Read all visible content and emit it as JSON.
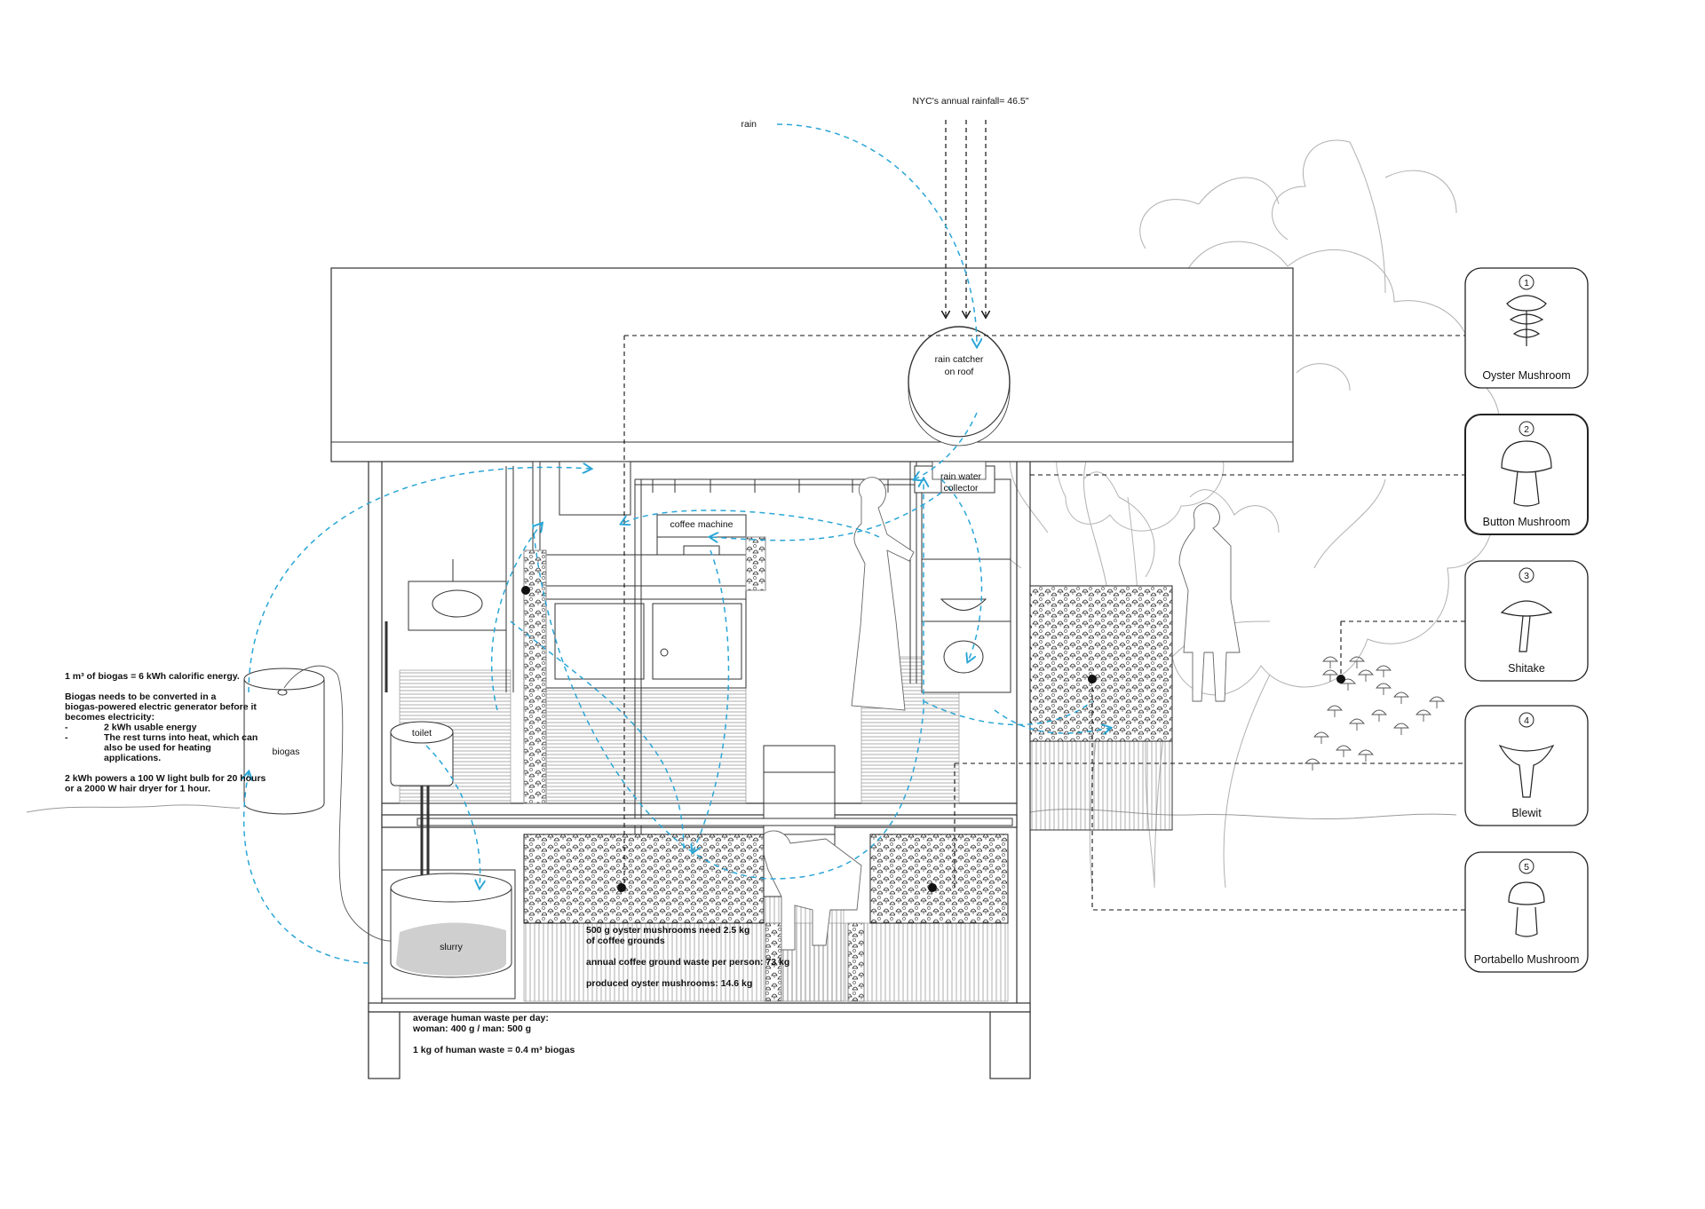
{
  "rain_labels": {
    "rain": "rain",
    "rainfall": "NYC's annual rainfall= 46.5\""
  },
  "component_labels": {
    "rain_catcher_line1": "rain catcher",
    "rain_catcher_line2": "on roof",
    "rain_collector_line1": "rain water",
    "rain_collector_line2": "collector",
    "coffee_machine": "coffee machine",
    "toilet": "toilet",
    "biogas": "biogas",
    "slurry": "slurry"
  },
  "biogas_note": [
    "1 m³ of biogas = 6 kWh calorific energy.",
    "",
    "Biogas needs to be converted in a",
    "biogas-powered electric generator before it",
    "becomes electricity:",
    "2 kWh usable energy",
    "The rest turns into heat, which can",
    "also be used for heating",
    "applications.",
    "",
    "2 kWh powers a 100 W light bulb for 20 hours",
    "or a 2000 W hair dryer for 1 hour."
  ],
  "coffee_note": [
    "500 g oyster mushrooms need 2.5 kg",
    "of coffee grounds",
    "",
    "annual coffee ground waste per person: 73 kg",
    "",
    "produced oyster mushrooms: 14.6 kg"
  ],
  "waste_note": [
    "average human waste per day:",
    "woman: 400 g / man: 500 g",
    "",
    "1 kg of human waste = 0.4 m³ biogas"
  ],
  "mushrooms": [
    {
      "number": "1",
      "name": "Oyster Mushroom"
    },
    {
      "number": "2",
      "name": "Button Mushroom"
    },
    {
      "number": "3",
      "name": "Shitake"
    },
    {
      "number": "4",
      "name": "Blewit"
    },
    {
      "number": "5",
      "name": "Portabello Mushroom"
    }
  ],
  "colors": {
    "flow": "#2aa6d6",
    "line": "#333333",
    "light": "#9a9a9a"
  }
}
